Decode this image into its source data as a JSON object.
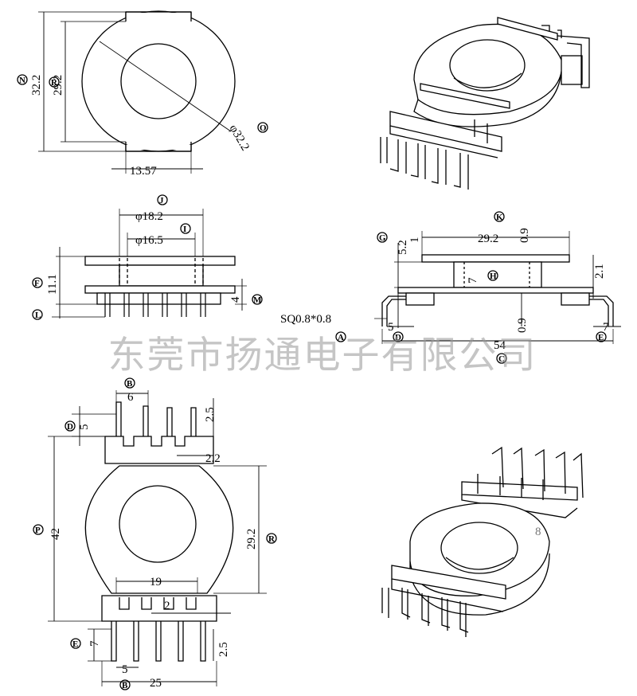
{
  "watermark": "东莞市扬通电子有限公司",
  "views": {
    "top_view": {
      "dims": {
        "height_outer": "32.2",
        "height_inner": "29.2",
        "diameter": "φ32.2",
        "width_flat": "13.57"
      },
      "callouts": {
        "n": "N",
        "r": "R",
        "o": "O"
      }
    },
    "side_view": {
      "dims": {
        "dia_outer": "φ18.2",
        "dia_inner": "φ16.5",
        "height": "11.1",
        "flange": "4"
      },
      "callouts": {
        "j": "J",
        "i": "I",
        "f": "F",
        "m": "M",
        "l": "L"
      }
    },
    "front_view": {
      "dims": {
        "a": "5.2",
        "b": "1",
        "width": "29.2",
        "c": "0.9",
        "d": "2.1",
        "e": "7",
        "pin": "SQ0.8*0.8",
        "f": "5",
        "g": "0.9",
        "h": "7",
        "total": "54"
      },
      "callouts": {
        "k": "K",
        "g": "G",
        "h": "H",
        "a": "A",
        "d": "D",
        "e": "E",
        "c": "C"
      }
    },
    "bottom_view": {
      "dims": {
        "pitch_top": "6",
        "pin_len_top": "2.5",
        "d5": "5",
        "gap": "2.2",
        "height": "42",
        "inner": "29.2",
        "width_mid": "19",
        "gap2": "2",
        "e7": "7",
        "pin_len_bot": "2.5",
        "pitch_bot": "5",
        "total": "25"
      },
      "callouts": {
        "b_top": "B",
        "d": "D",
        "p": "P",
        "r": "R",
        "e": "E",
        "b_bot": "B"
      }
    },
    "iso_bottom": {
      "number": "8"
    }
  }
}
